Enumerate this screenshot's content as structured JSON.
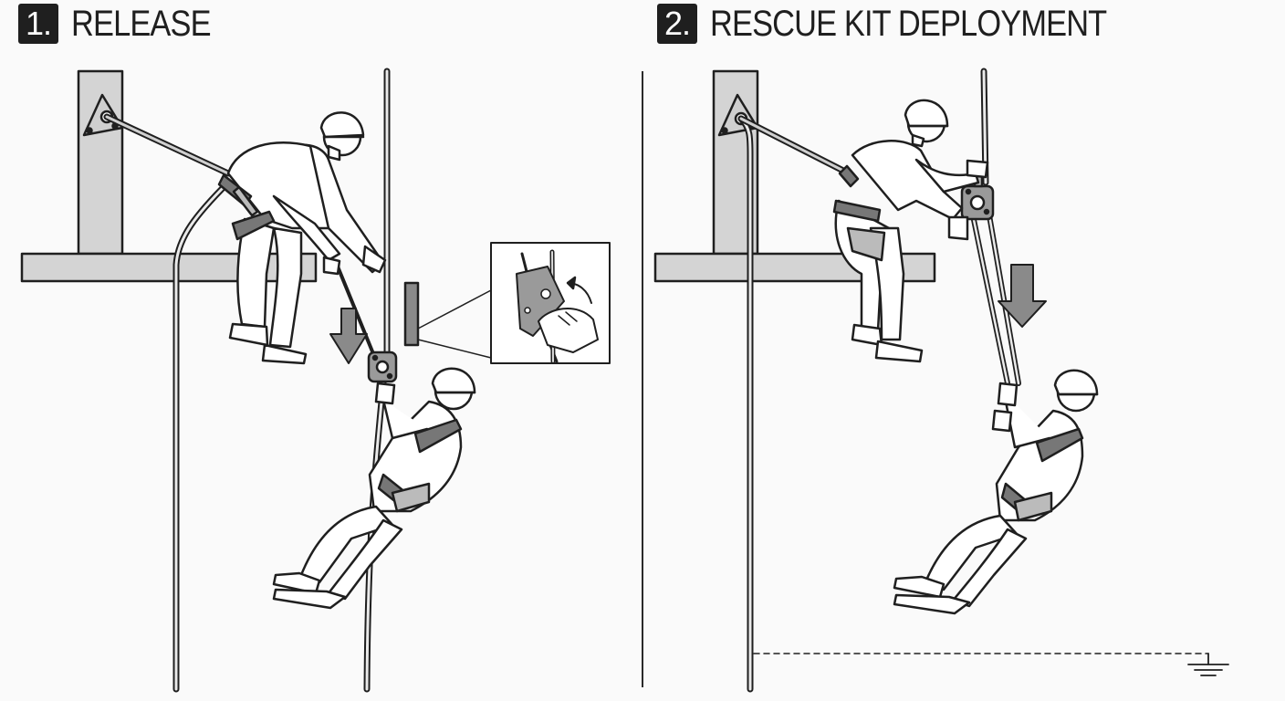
{
  "steps": [
    {
      "number": "1.",
      "title": "RELEASE"
    },
    {
      "number": "2.",
      "title": "RESCUE KIT DEPLOYMENT"
    }
  ],
  "colors": {
    "ink": "#1f1f1f",
    "structure_fill": "#d4d4d4",
    "device_fill": "#9a9a9a",
    "harness_fill": "#777777",
    "background": "#fafafa"
  },
  "icons": [
    "anchor-plate-icon",
    "down-arrow-icon",
    "ground-symbol-icon",
    "rescue-device-icon",
    "hand-icon",
    "curved-arrow-icon"
  ]
}
